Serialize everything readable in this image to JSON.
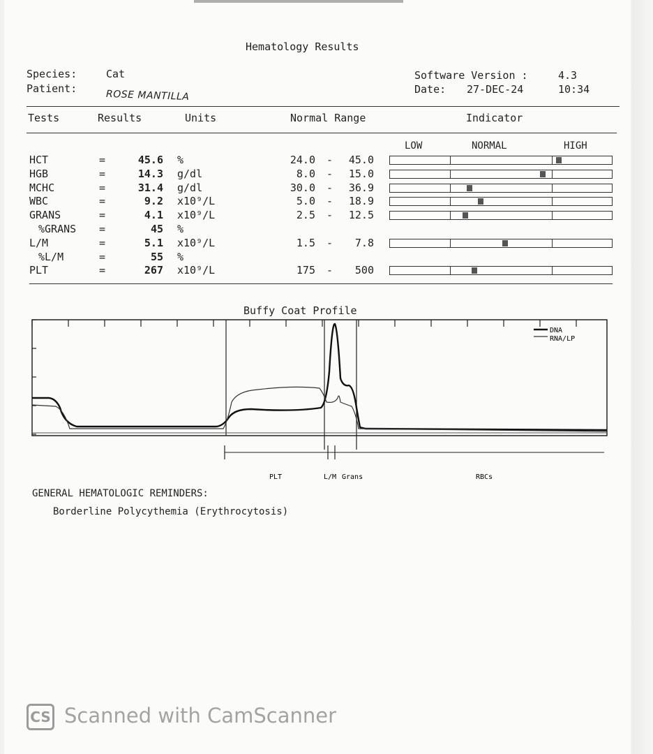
{
  "report": {
    "title": "Hematology Results",
    "species_label": "Species:",
    "species": "Cat",
    "patient_label": "Patient:",
    "patient": "ROSE MANTILLA",
    "software_label": "Software Version :",
    "software_version": "4.3",
    "date_label": "Date:",
    "date": "27-DEC-24",
    "time": "10:34"
  },
  "headers": {
    "tests": "Tests",
    "results": "Results",
    "units": "Units",
    "normal_range": "Normal Range",
    "indicator": "Indicator",
    "low": "LOW",
    "normal": "NORMAL",
    "high": "HIGH"
  },
  "results": [
    {
      "test": "HCT",
      "eq": "=",
      "value": "45.6",
      "unit": "%",
      "range_lo": "24.0",
      "range_sep": "-",
      "range_hi": "45.0",
      "indicator": 0.76
    },
    {
      "test": "HGB",
      "eq": "=",
      "value": "14.3",
      "unit": "g/dl",
      "range_lo": "8.0",
      "range_sep": "-",
      "range_hi": "15.0",
      "indicator": 0.69
    },
    {
      "test": "MCHC",
      "eq": "=",
      "value": "31.4",
      "unit": "g/dl",
      "range_lo": "30.0",
      "range_sep": "-",
      "range_hi": "36.9",
      "indicator": 0.36
    },
    {
      "test": "WBC",
      "eq": "=",
      "value": "9.2",
      "unit": "x10⁹/L",
      "range_lo": "5.0",
      "range_sep": "-",
      "range_hi": "18.9",
      "indicator": 0.41
    },
    {
      "test": "GRANS",
      "eq": "=",
      "value": "4.1",
      "unit": "x10⁹/L",
      "range_lo": "2.5",
      "range_sep": "-",
      "range_hi": "12.5",
      "indicator": 0.34
    },
    {
      "test": "%GRANS",
      "eq": "=",
      "value": "45",
      "unit": "%",
      "sub": true
    },
    {
      "test": "L/M",
      "eq": "=",
      "value": "5.1",
      "unit": "x10⁹/L",
      "range_lo": "1.5",
      "range_sep": "-",
      "range_hi": "7.8",
      "indicator": 0.52
    },
    {
      "test": "%L/M",
      "eq": "=",
      "value": "55",
      "unit": "%",
      "sub": true
    },
    {
      "test": "PLT",
      "eq": "=",
      "value": "267",
      "unit": "x10⁹/L",
      "range_lo": "175",
      "range_sep": "-",
      "range_hi": "500",
      "indicator": 0.38
    }
  ],
  "buffy_coat": {
    "title": "Buffy Coat Profile",
    "legend": [
      "DNA",
      "RNA/LP"
    ],
    "zones": [
      "PLT",
      "L/M",
      "Grans",
      "RBCs"
    ]
  },
  "reminders": {
    "header": "GENERAL HEMATOLOGIC REMINDERS:",
    "items": [
      "Borderline Polycythemia (Erythrocytosis)"
    ]
  },
  "watermark": "Scanned with CamScanner",
  "watermark_badge": "CS"
}
